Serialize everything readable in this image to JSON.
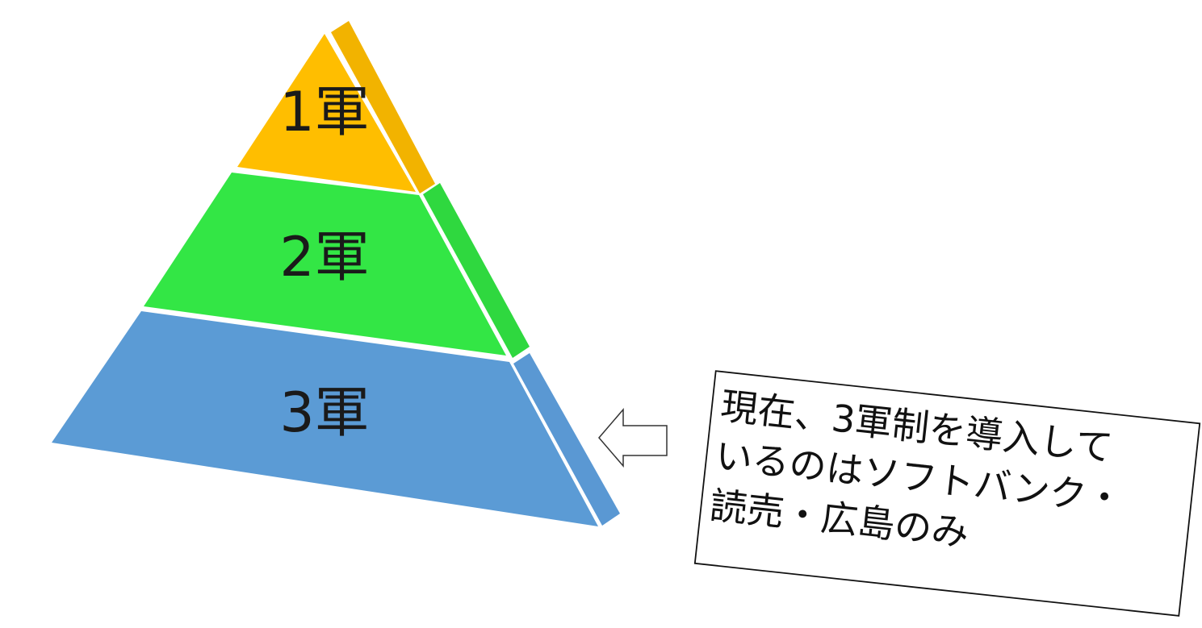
{
  "diagram": {
    "type": "pyramid",
    "tiers": [
      {
        "label": "1軍",
        "color": "#FFBE00",
        "side_color": "#F2B300"
      },
      {
        "label": "2軍",
        "color": "#33E645",
        "side_color": "#2FD83F"
      },
      {
        "label": "3軍",
        "color": "#5B9BD5",
        "side_color": "#5A98D3"
      }
    ],
    "callout": {
      "lines": [
        "現在、3軍制を導入して",
        "いるのはソフトバンク・",
        "読売・広島のみ"
      ]
    },
    "arrow": {
      "direction": "left",
      "points_to": "3軍"
    }
  }
}
